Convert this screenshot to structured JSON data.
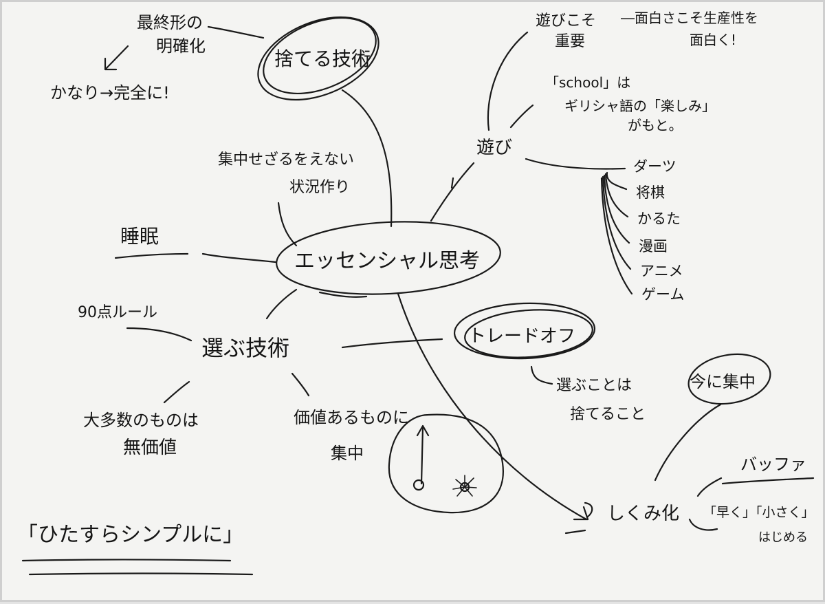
{
  "center": "エッセンシャル思考",
  "branches": {
    "discard": {
      "title": "捨てる技術",
      "note1_line1": "最終形の",
      "note1_line2": "明確化",
      "note2": "かなり→完全に!"
    },
    "focus_env": {
      "line1": "集中せざるをえない",
      "line2": "状況作り"
    },
    "sleep": "睡眠",
    "choose": {
      "title": "選ぶ技術",
      "rule": "90点ルール",
      "majority_line1": "大多数のものは",
      "majority_line2": "無価値",
      "valuable_line1": "価値あるものに",
      "valuable_line2": "集中",
      "tradeoff": "トレードオフ",
      "tradeoff_note_line1": "選ぶことは",
      "tradeoff_note_line2": "捨てること"
    },
    "play": {
      "title": "遊び",
      "note1_line1": "遊びこそ",
      "note1_line2": "重要",
      "note1_extra_line1": "―面白さこそ生産性を",
      "note1_extra_line2": "面白く!",
      "school_line1": "「school」は",
      "school_line2": "ギリシャ語の「楽しみ」",
      "school_line3": "がもと。",
      "items": [
        "ダーツ",
        "将棋",
        "かるた",
        "漫画",
        "アニメ",
        "ゲーム"
      ]
    },
    "system": {
      "title": "しくみ化",
      "now": "今に集中",
      "buffer": "バッファ",
      "start_line1": "「早く」「小さく」",
      "start_line2": "はじめる"
    }
  },
  "footer": "「ひたすらシンプルに」"
}
